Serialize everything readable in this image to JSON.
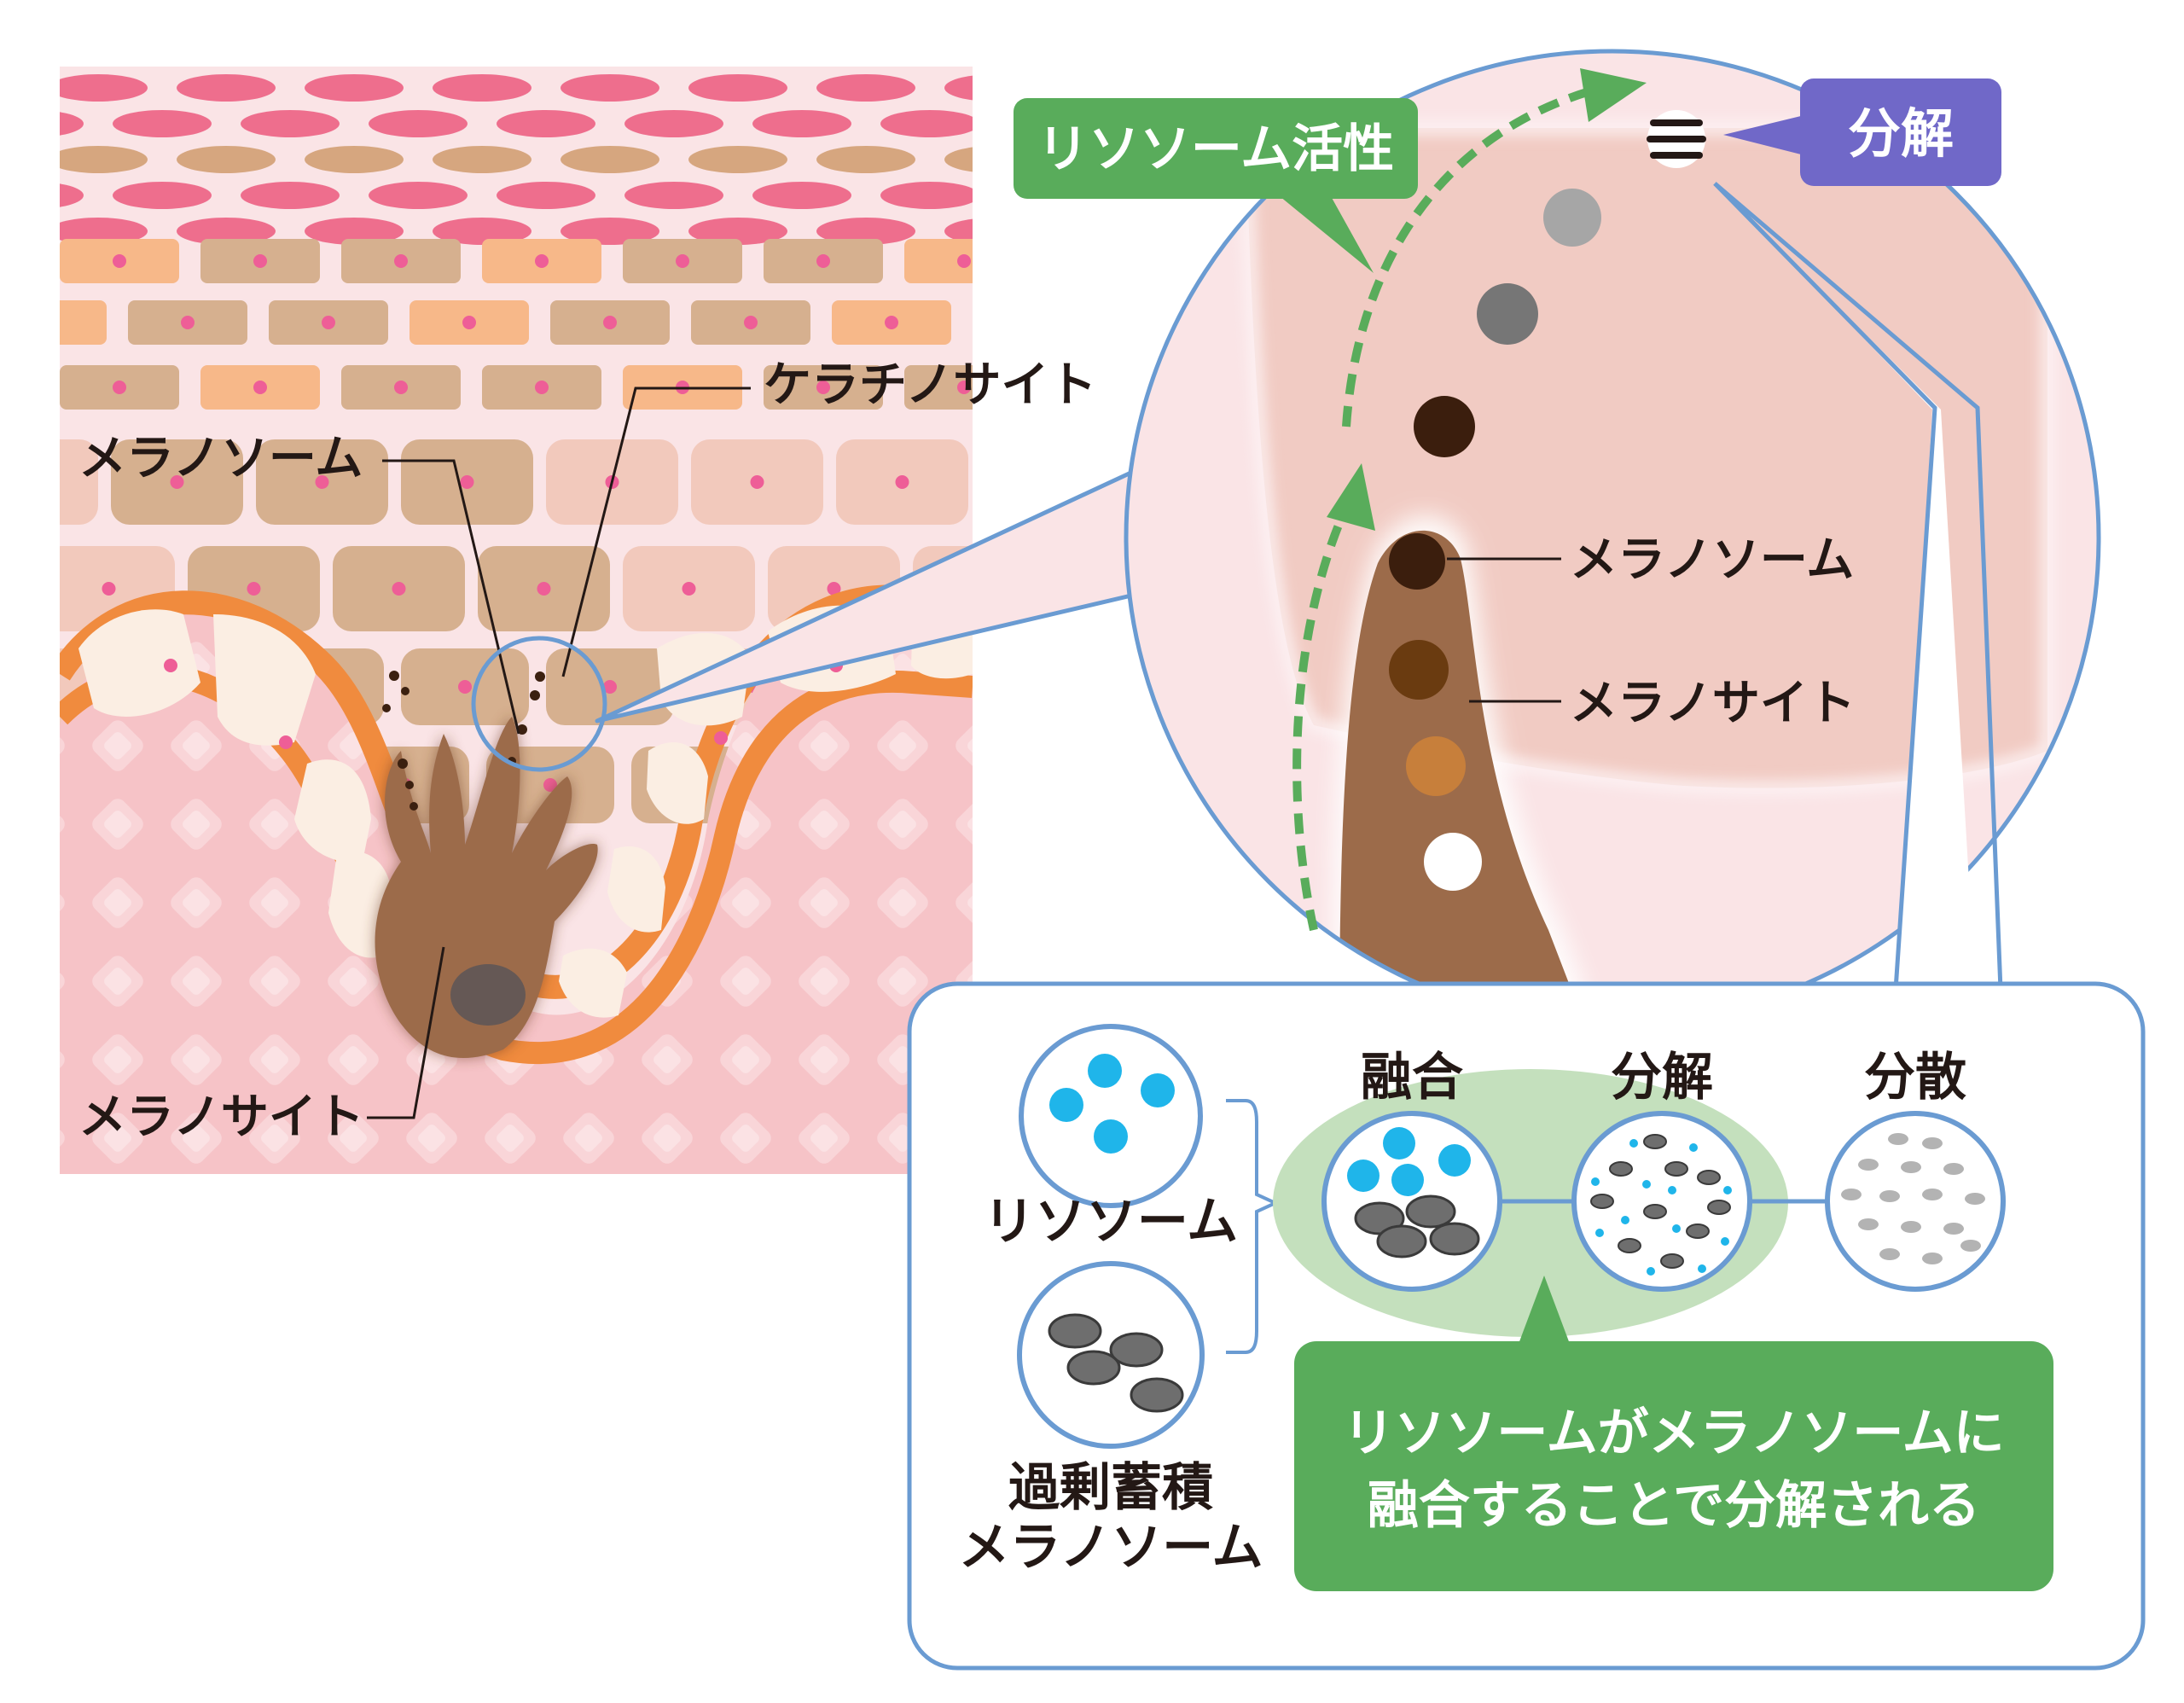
{
  "skin_section": {
    "keratinocyte_label": "ケラチノサイト",
    "melanosome_label": "メラノソーム",
    "melanocyte_label": "メラノサイト"
  },
  "zoom_view": {
    "lysosome_activity_label": "リソソーム活性",
    "decomposition_label": "分解",
    "melanosome_label": "メラノソーム",
    "melanocyte_label": "メラノサイト"
  },
  "process_panel": {
    "lysosome_label": "リソソーム",
    "excess_line1": "過剰蓄積",
    "excess_line2": "メラノソーム",
    "step_fusion": "融合",
    "step_decomposition": "分解",
    "step_dispersion": "分散",
    "caption_line1": "リソソームがメラノソームに",
    "caption_line2": "融合することで分解される"
  },
  "colors": {
    "accent_green": "#59ac5b",
    "accent_purple": "#7068c8",
    "outline_blue": "#6a9bd2",
    "melanocyte_brown": "#9c6b4a",
    "lysosome_blue": "#1fb5ea"
  }
}
